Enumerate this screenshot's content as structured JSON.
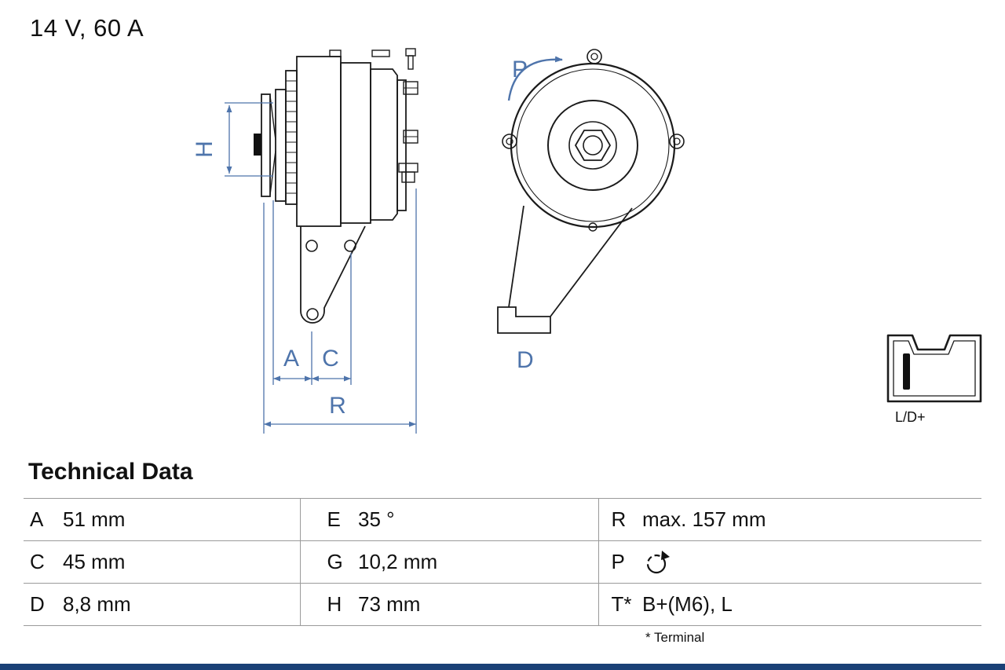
{
  "colors": {
    "dimension_blue": "#4e74ab",
    "drawing_black": "#1b1b1b",
    "footer_bar": "#1a4076",
    "table_border": "#9a9a9a"
  },
  "header": {
    "rating": "14 V, 60 A"
  },
  "diagram": {
    "side_view_labels": {
      "h": "H",
      "a": "A",
      "c": "C",
      "r": "R"
    },
    "front_view_labels": {
      "p": "P",
      "d": "D"
    },
    "connector": {
      "label": "L/D+",
      "pin_icon": "terminal-pin"
    }
  },
  "technical_data": {
    "title": "Technical Data",
    "rows": [
      {
        "cells": [
          {
            "key": "A",
            "value": "51 mm"
          },
          {
            "key": "E",
            "value": "35 °"
          },
          {
            "key": "R",
            "value": "max. 157 mm"
          }
        ]
      },
      {
        "cells": [
          {
            "key": "C",
            "value": "45 mm"
          },
          {
            "key": "G",
            "value": "10,2 mm"
          },
          {
            "key": "P",
            "value": "",
            "icon": "rotation-direction-icon"
          }
        ]
      },
      {
        "cells": [
          {
            "key": "D",
            "value": "8,8 mm"
          },
          {
            "key": "H",
            "value": "73 mm"
          },
          {
            "key": "T*",
            "value": "B+(M6), L"
          }
        ]
      }
    ],
    "footnote": "* Terminal"
  }
}
